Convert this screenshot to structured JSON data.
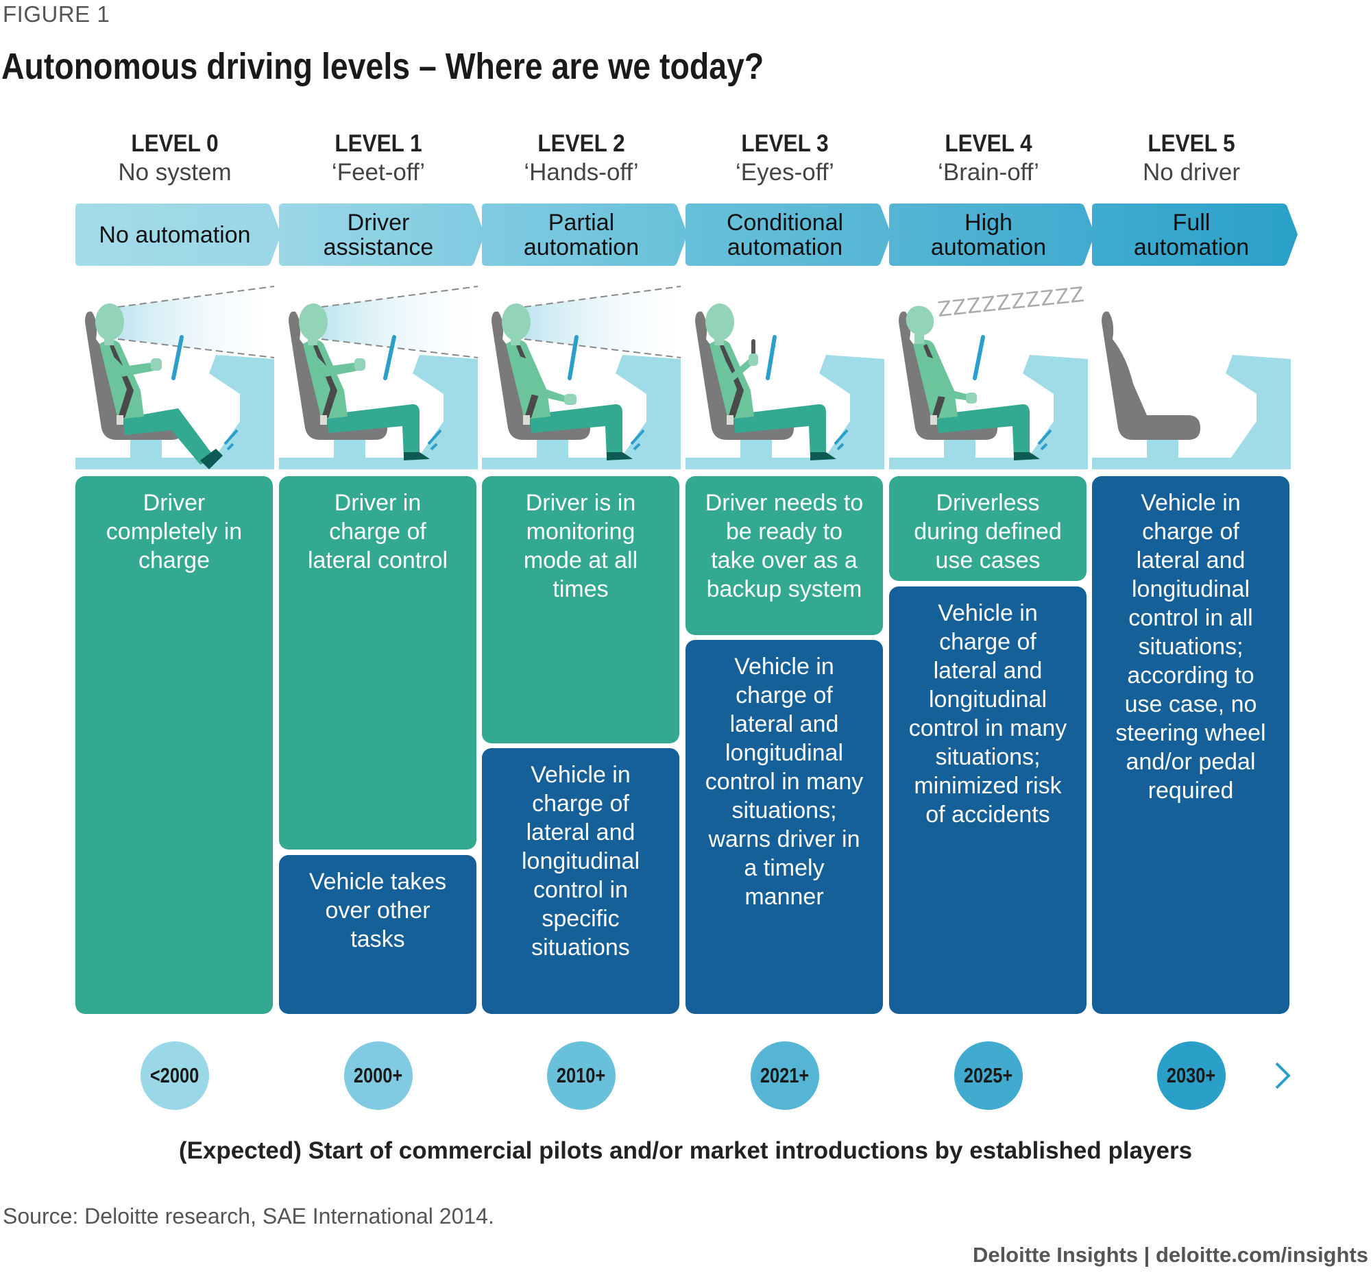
{
  "figure_label": "FIGURE 1",
  "title": "Autonomous driving levels – Where are we today?",
  "levels": [
    {
      "name": "LEVEL 0",
      "subtitle": "No system",
      "automation": [
        "No automation"
      ],
      "driver_text": [
        "Driver",
        "completely in",
        "charge"
      ],
      "vehicle_text": [],
      "year": "<2000",
      "color": "#9ad7e7",
      "illustration": "driver-feet-on-pedals",
      "zzz": ""
    },
    {
      "name": "LEVEL 1",
      "subtitle": "‘Feet-off’",
      "automation": [
        "Driver",
        "assistance"
      ],
      "driver_text": [
        "Driver in",
        "charge of",
        "lateral control"
      ],
      "vehicle_text": [
        "Vehicle takes",
        "over other",
        "tasks"
      ],
      "year": "2000+",
      "color": "#80cbe1",
      "illustration": "driver-hands-on-wheel-feet-off",
      "zzz": ""
    },
    {
      "name": "LEVEL 2",
      "subtitle": "‘Hands-off’",
      "automation": [
        "Partial",
        "automation"
      ],
      "driver_text": [
        "Driver is in",
        "monitoring",
        "mode at all",
        "times"
      ],
      "vehicle_text": [
        "Vehicle in",
        "charge of",
        "lateral and",
        "longitudinal",
        "control in",
        "specific",
        "situations"
      ],
      "year": "2010+",
      "color": "#68c0da",
      "illustration": "driver-hands-off-monitoring",
      "zzz": ""
    },
    {
      "name": "LEVEL 3",
      "subtitle": "‘Eyes-off’",
      "automation": [
        "Conditional",
        "automation"
      ],
      "driver_text": [
        "Driver needs to",
        "be ready to",
        "take over as a",
        "backup system"
      ],
      "vehicle_text": [
        "Vehicle in",
        "charge of",
        "lateral and",
        "longitudinal",
        "control in many",
        "situations;",
        "warns driver in",
        "a timely",
        "manner"
      ],
      "year": "2021+",
      "color": "#55b5d4",
      "illustration": "driver-using-phone",
      "zzz": ""
    },
    {
      "name": "LEVEL 4",
      "subtitle": "‘Brain-off’",
      "automation": [
        "High",
        "automation"
      ],
      "driver_text": [
        "Driverless",
        "during defined",
        "use cases"
      ],
      "vehicle_text": [
        "Vehicle in",
        "charge of",
        "lateral and",
        "longitudinal",
        "control in many",
        "situations;",
        "minimized risk",
        "of accidents"
      ],
      "year": "2025+",
      "color": "#40abcf",
      "illustration": "driver-sleeping",
      "zzz": "ZZZZZZZZZZ"
    },
    {
      "name": "LEVEL 5",
      "subtitle": "No driver",
      "automation": [
        "Full",
        "automation"
      ],
      "driver_text": [],
      "vehicle_text": [
        "Vehicle in",
        "charge of",
        "lateral and",
        "longitudinal",
        "control in all",
        "situations;",
        "according to",
        "use case, no",
        "steering wheel",
        "and/or pedal",
        "required"
      ],
      "year": "2030+",
      "color": "#2aa0c9",
      "illustration": "empty-seat",
      "zzz": ""
    }
  ],
  "colors": {
    "driver_box": "#33a992",
    "vehicle_box": "#16609a",
    "seat": "#7a7a7a",
    "body": "#6cc49a",
    "head": "#93d4b8",
    "legs": "#33a992",
    "shoe": "#0d5a52",
    "dashboard": "#a0dbe8",
    "wheel": "#2b9fca"
  },
  "caption": "(Expected) Start of commercial pilots and/or market introductions by established players",
  "source": "Source: Deloitte research, SAE International 2014.",
  "footer": "Deloitte Insights | deloitte.com/insights"
}
